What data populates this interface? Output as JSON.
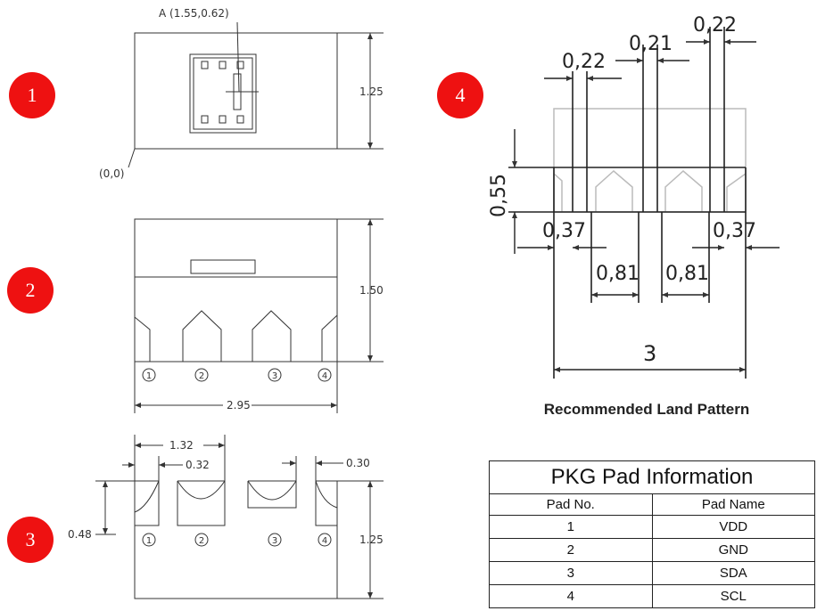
{
  "badges": [
    "1",
    "2",
    "3",
    "4"
  ],
  "view1": {
    "point_a": "A (1.55,0.62)",
    "origin": "(0,0)",
    "height": "1.25"
  },
  "view2": {
    "height": "1.50",
    "width": "2.95",
    "pads": [
      "1",
      "2",
      "3",
      "4"
    ]
  },
  "view3": {
    "d1": "1.32",
    "d2": "0.32",
    "d3": "0.30",
    "d4": "0.48",
    "height": "1.25",
    "pads": [
      "1",
      "2",
      "3",
      "4"
    ]
  },
  "land": {
    "w_left": "0,22",
    "w_mid": "0,21",
    "w_right": "0,22",
    "h": "0,55",
    "e_left": "0,37",
    "e_right": "0,37",
    "p_left": "0,81",
    "p_right": "0,81",
    "total": "3",
    "caption": "Recommended Land Pattern"
  },
  "pad_table": {
    "title": "PKG Pad Information",
    "headers": [
      "Pad No.",
      "Pad Name"
    ],
    "rows": [
      [
        "1",
        "VDD"
      ],
      [
        "2",
        "GND"
      ],
      [
        "3",
        "SDA"
      ],
      [
        "4",
        "SCL"
      ]
    ]
  }
}
